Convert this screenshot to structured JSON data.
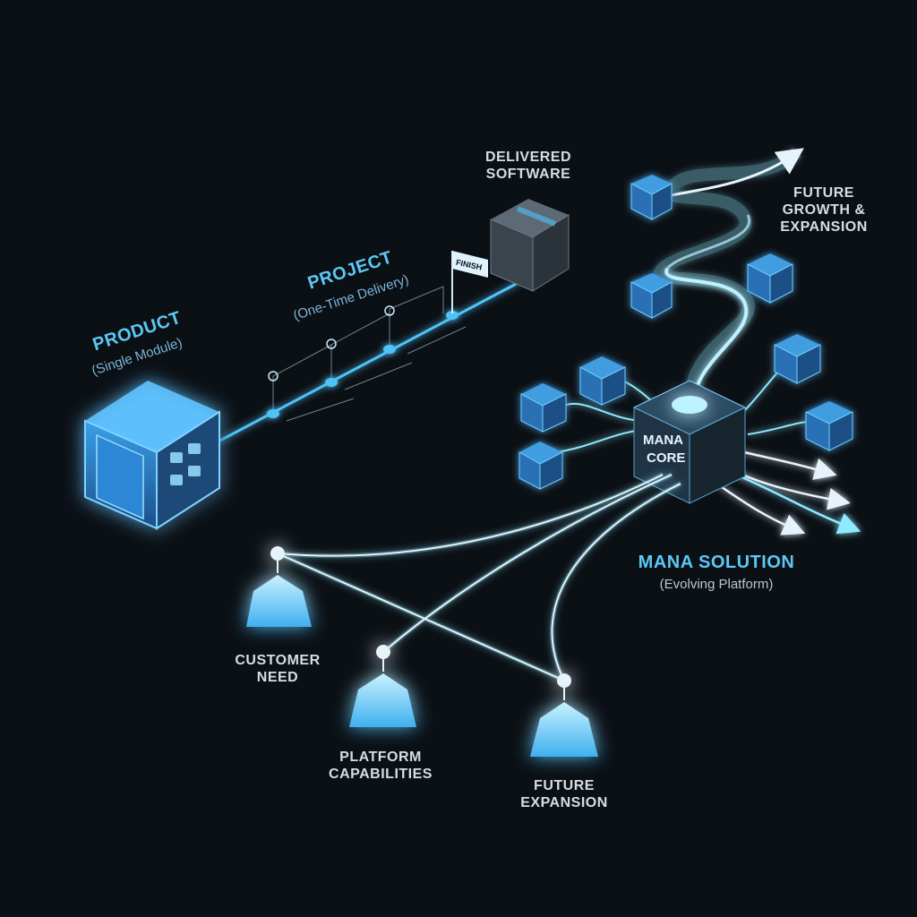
{
  "product": {
    "title": "PRODUCT",
    "subtitle": "(Single Module)"
  },
  "project": {
    "title": "PROJECT",
    "subtitle": "(One-Time Delivery)",
    "flag": "FINISH"
  },
  "delivered": {
    "line1": "DELIVERED",
    "line2": "SOFTWARE"
  },
  "future_growth": {
    "line1": "FUTURE",
    "line2": "GROWTH &",
    "line3": "EXPANSION"
  },
  "core": {
    "line1": "MANA",
    "line2": "CORE"
  },
  "solution": {
    "title": "MANA SOLUTION",
    "subtitle": "(Evolving Platform)"
  },
  "nodes": {
    "customer_need": {
      "line1": "CUSTOMER",
      "line2": "NEED"
    },
    "platform_capabilities": {
      "line1": "PLATFORM",
      "line2": "CAPABILITIES"
    },
    "future_expansion": {
      "line1": "FUTURE",
      "line2": "EXPANSION"
    }
  },
  "colors": {
    "background": "#0b1015",
    "glow_blue": "#4fc3f7",
    "line_cyan": "#8fe9ff",
    "label_grey": "#d6dde4",
    "label_blue": "#5bc8f5",
    "core_dark": "#1f3344"
  }
}
